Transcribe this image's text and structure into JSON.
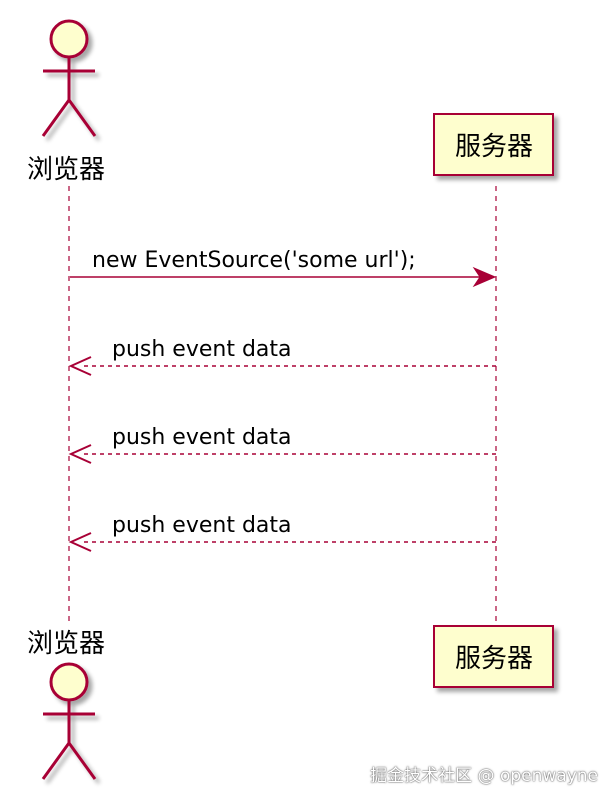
{
  "participants": {
    "browser": {
      "label": "浏览器",
      "kind": "actor"
    },
    "server": {
      "label": "服务器",
      "kind": "participant"
    }
  },
  "messages": [
    {
      "from": "browser",
      "to": "server",
      "text": "new EventSource('some url');",
      "style": "solid"
    },
    {
      "from": "server",
      "to": "browser",
      "text": "push event data",
      "style": "dashed"
    },
    {
      "from": "server",
      "to": "browser",
      "text": "push event data",
      "style": "dashed"
    },
    {
      "from": "server",
      "to": "browser",
      "text": "push event data",
      "style": "dashed"
    }
  ],
  "watermark": "掘金技术社区 @ openwayne",
  "colors": {
    "line": "#A80036",
    "box_fill": "#FEFECE",
    "box_stroke": "#A80036",
    "shadow": "#C8C8C8",
    "lifeline": "#A80036"
  }
}
